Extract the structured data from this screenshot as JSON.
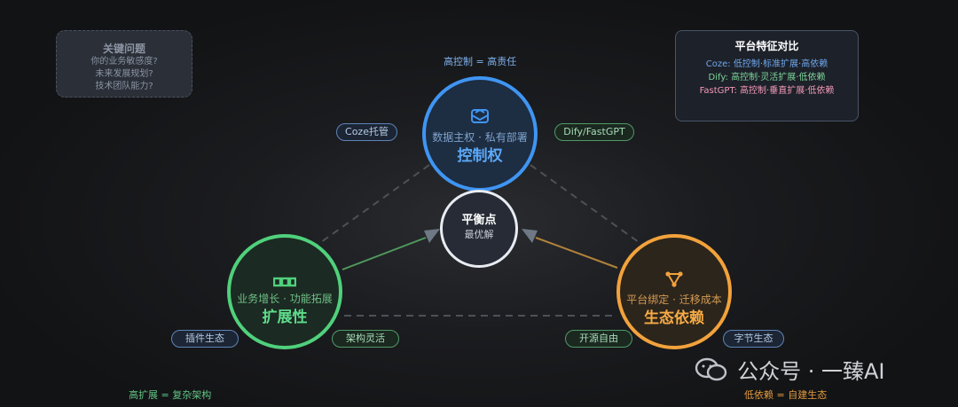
{
  "question_box": {
    "title": "关键问题",
    "lines": [
      "你的业务敏感度?",
      "未来发展规划?",
      "技术团队能力?"
    ]
  },
  "compare_box": {
    "title": "平台特征对比",
    "rows": [
      {
        "text": "Coze: 低控制·标准扩展·高依赖",
        "color": "#6fa8ee"
      },
      {
        "text": "Dify: 高控制·灵活扩展·低依赖",
        "color": "#7ed69a"
      },
      {
        "text": "FastGPT: 高控制·垂直扩展·低依赖",
        "color": "#f39ab9"
      }
    ]
  },
  "top_caption": "高控制 = 高责任",
  "left_caption": "高扩展 = 复杂架构",
  "right_caption": "低依赖 = 自建生态",
  "nodes": {
    "control": {
      "sub": "数据主权 · 私有部署",
      "title": "控制权",
      "icon": "envelope-icon"
    },
    "extend": {
      "sub": "业务增长 · 功能拓展",
      "title": "扩展性",
      "icon": "blocks-icon"
    },
    "ecosystem": {
      "sub": "平台绑定 · 迁移成本",
      "title": "生态依赖",
      "icon": "network-icon"
    },
    "balance": {
      "title": "平衡点",
      "sub": "最优解"
    }
  },
  "tags": {
    "coze_hosted": "Coze托管",
    "dify_fastgpt": "Dify/FastGPT",
    "plugin_eco": "插件生态",
    "flexible_arch": "架构灵活",
    "open_source": "开源自由",
    "bytedance_eco": "字节生态"
  },
  "watermark": "公众号 · 一臻AI",
  "colors": {
    "blue": "#3f95f2",
    "green": "#50d07c",
    "orange": "#f2a23c",
    "center": "#e8ecf2"
  }
}
